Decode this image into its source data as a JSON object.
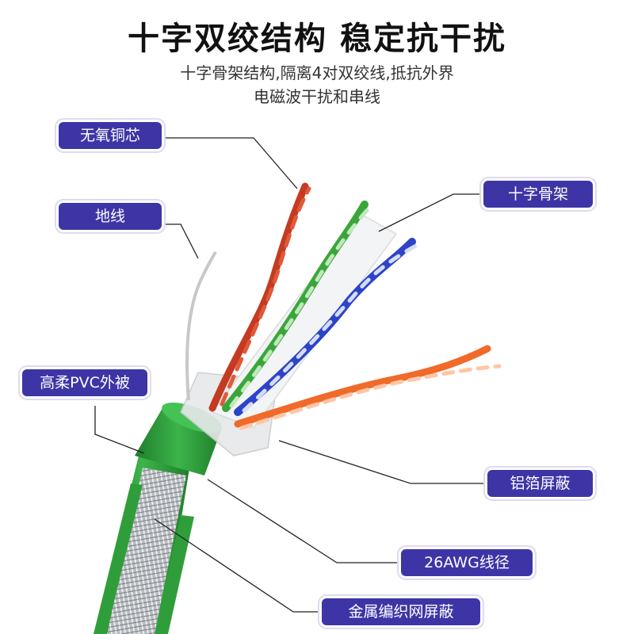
{
  "header": {
    "title": "十字双绞结构 稳定抗干扰",
    "subtitle_line1": "十字骨架结构,隔离4对双绞线,抵抗外界",
    "subtitle_line2": "电磁波干扰和串线"
  },
  "labels": {
    "copper_core": "无氧铜芯",
    "ground_wire": "地线",
    "pvc_jacket": "高柔PVC外被",
    "cross_frame": "十字骨架",
    "foil_shield": "铝箔屏蔽",
    "awg": "26AWG线径",
    "braid_shield": "金属编织网屏蔽"
  },
  "colors": {
    "label_bg": "#3d35a6",
    "jacket_green": "#2f9e3a",
    "pair_red": "#c43b22",
    "pair_green": "#3aa63a",
    "pair_blue": "#2d44c8",
    "pair_orange": "#f06a2a"
  }
}
